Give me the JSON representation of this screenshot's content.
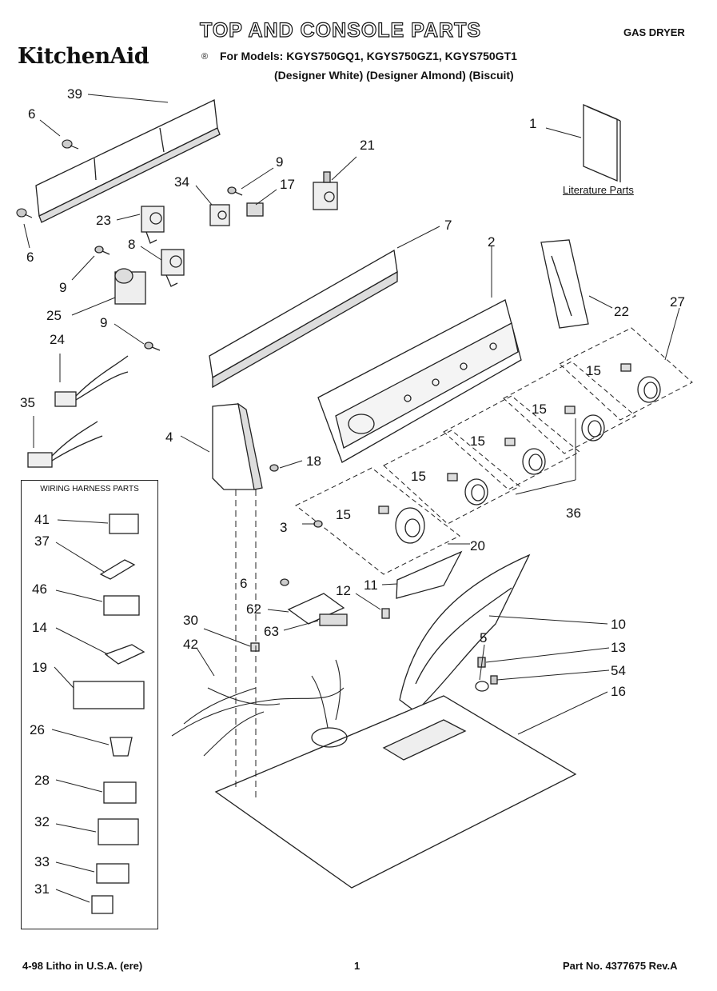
{
  "header": {
    "title": "TOP AND CONSOLE PARTS",
    "appliance_type": "GAS DRYER",
    "brand": "KitchenAid",
    "registered_mark": "®",
    "models_line": "For Models: KGYS750GQ1, KGYS750GZ1, KGYS750GT1",
    "colors_line": "(Designer White) (Designer Almond) (Biscuit)"
  },
  "labels": {
    "literature_parts": "Literature Parts",
    "wiring_harness_parts": "WIRING HARNESS PARTS"
  },
  "callouts": {
    "c39": "39",
    "c6a": "6",
    "c6b": "6",
    "c6c": "6",
    "c1": "1",
    "c21": "21",
    "c9a": "9",
    "c9b": "9",
    "c9c": "9",
    "c34": "34",
    "c17": "17",
    "c23": "23",
    "c7": "7",
    "c8": "8",
    "c2": "2",
    "c22": "22",
    "c25": "25",
    "c27": "27",
    "c24": "24",
    "c15a": "15",
    "c15b": "15",
    "c15c": "15",
    "c15d": "15",
    "c15e": "15",
    "c35": "35",
    "c4": "4",
    "c18": "18",
    "c36": "36",
    "c3": "3",
    "c20": "20",
    "c41": "41",
    "c37": "37",
    "c46": "46",
    "c14": "14",
    "c19": "19",
    "c26": "26",
    "c28": "28",
    "c32": "32",
    "c33": "33",
    "c31": "31",
    "c11": "11",
    "c12": "12",
    "c62": "62",
    "c63": "63",
    "c30": "30",
    "c42": "42",
    "c10": "10",
    "c5": "5",
    "c13": "13",
    "c54": "54",
    "c16": "16"
  },
  "footer": {
    "print_info": "4-98 Litho in U.S.A. (ere)",
    "page_number": "1",
    "part_number": "Part No. 4377675 Rev.A"
  }
}
